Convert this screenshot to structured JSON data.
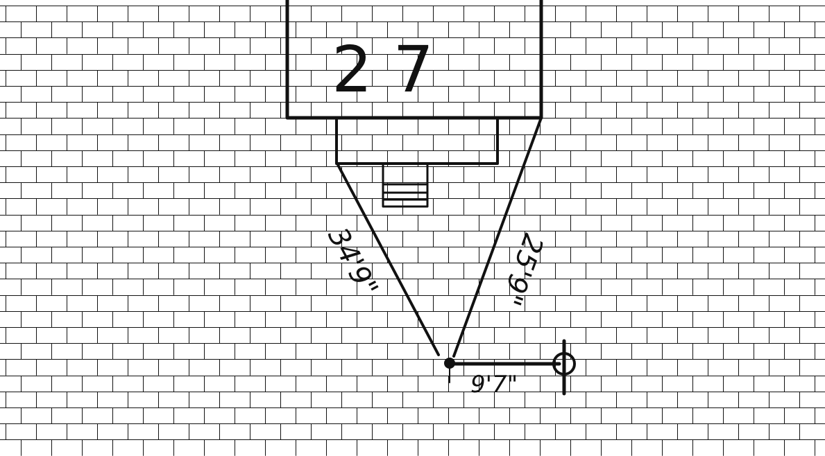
{
  "diagram": {
    "building_number": "27",
    "left_measurement": "34'9\"",
    "right_measurement": "25'9\"",
    "bottom_measurement": "9'7\"",
    "ink_color": "#111111",
    "background_color": "#ffffff",
    "point_marker_icon": "filled-dot",
    "hydrant_icon": "circle-with-vertical-line"
  }
}
